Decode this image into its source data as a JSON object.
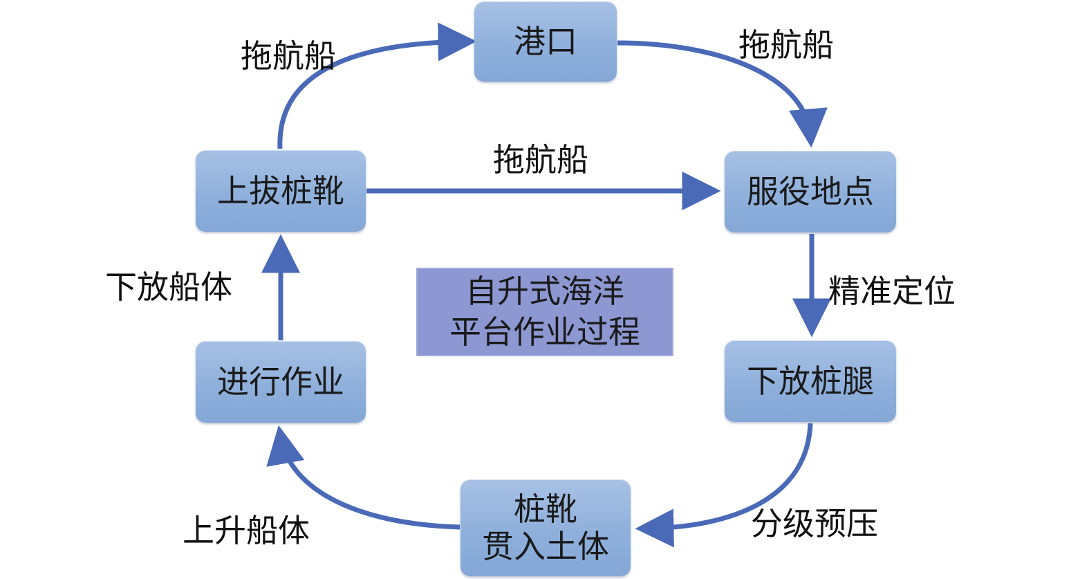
{
  "colors": {
    "arrow": "#4a6ab8",
    "node_fill": "#93b3de",
    "center_fill": "#8d98d3"
  },
  "nodes": {
    "port": "港口",
    "service_site": "服役地点",
    "lower_legs": "下放桩腿",
    "penetrate_line1": "桩靴",
    "penetrate_line2": "贯入土体",
    "operate": "进行作业",
    "pull_spudcan": "上拔桩靴"
  },
  "center": {
    "line1": "自升式海洋",
    "line2": "平台作业过程"
  },
  "edges": {
    "tow_top_left": "拖航船",
    "tow_top_right": "拖航船",
    "tow_middle": "拖航船",
    "precise_positioning": "精准定位",
    "staged_preload": "分级预压",
    "raise_hull": "上升船体",
    "lower_hull": "下放船体"
  }
}
